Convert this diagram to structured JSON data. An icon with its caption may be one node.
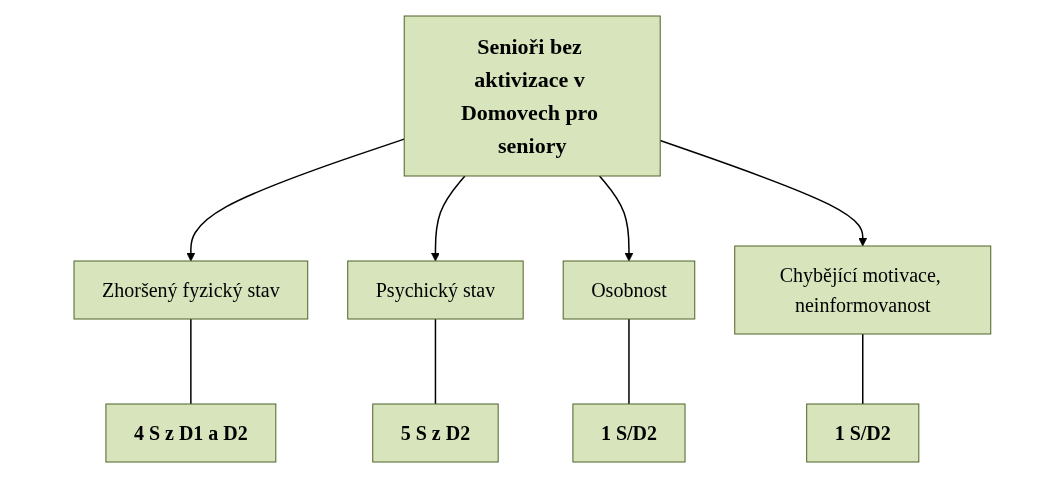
{
  "diagram": {
    "nodes": [
      {
        "text": [
          "Senioři bez aktivizace v Domovech pro seniory"
        ]
      },
      {
        "text": [
          "Zhoršený fyzický stav"
        ]
      },
      {
        "text": [
          "Psychický stav"
        ]
      },
      {
        "text": [
          "Osobnost"
        ]
      },
      {
        "text": [
          "Chybějící motivace, neinformovanost"
        ]
      },
      {
        "text": [
          "4 S z D1 a D2"
        ]
      },
      {
        "text": [
          "5 S z D2"
        ]
      },
      {
        "text": [
          "1 S/D2"
        ]
      },
      {
        "text": [
          "1 S/D2"
        ]
      }
    ],
    "edges": [
      {
        "from": 0,
        "to": 1,
        "arrow": "to"
      },
      {
        "from": 0,
        "to": 2,
        "arrow": "to"
      },
      {
        "from": 0,
        "to": 3,
        "arrow": "to"
      },
      {
        "from": 0,
        "to": 4,
        "arrow": "to"
      },
      {
        "from": 1,
        "to": 5,
        "arrow": "none"
      },
      {
        "from": 2,
        "to": 6,
        "arrow": "none"
      },
      {
        "from": 3,
        "to": 7,
        "arrow": "none"
      },
      {
        "from": 4,
        "to": 8,
        "arrow": "none"
      }
    ]
  }
}
